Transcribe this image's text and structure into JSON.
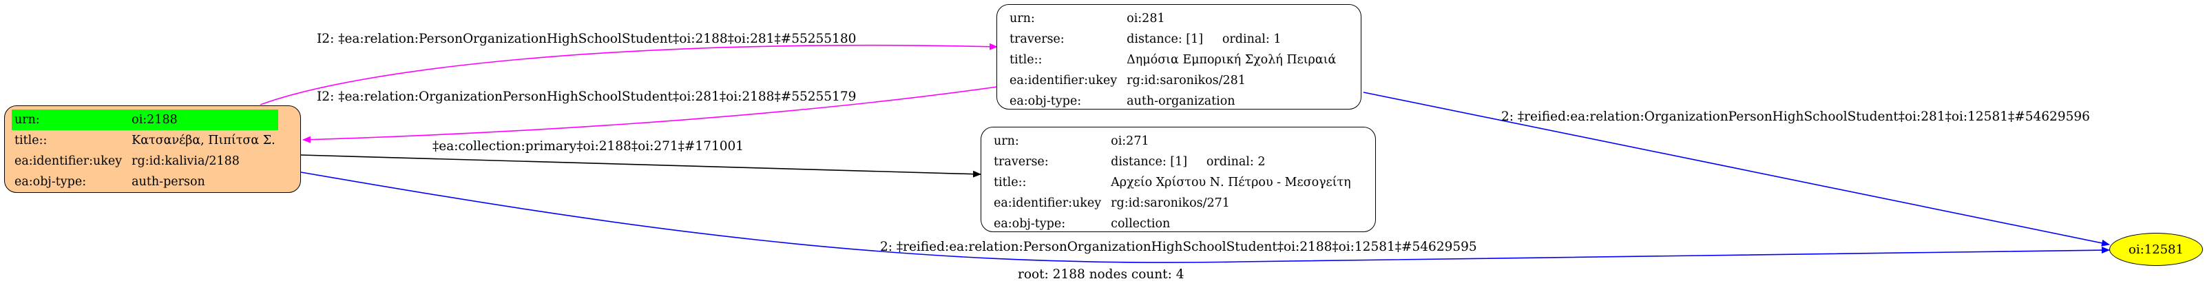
{
  "nodes": {
    "person": {
      "fill": "#ffc993",
      "highlight": "#00ff00",
      "rows": [
        {
          "k": "urn:",
          "v": "oi:2188"
        },
        {
          "k": "title::",
          "v": "Κατσανέβα, Πιπίτσα Σ."
        },
        {
          "k": "ea:identifier:ukey",
          "v": "rg:id:kalivia/2188"
        },
        {
          "k": "ea:obj-type:",
          "v": "auth-person"
        }
      ]
    },
    "org": {
      "rows": [
        {
          "k": "urn:",
          "v": "oi:281"
        },
        {
          "k": "traverse:",
          "v": "distance: [1]     ordinal: 1"
        },
        {
          "k": "title::",
          "v": "Δημόσια Εμπορική Σχολή Πειραιά"
        },
        {
          "k": "ea:identifier:ukey",
          "v": "rg:id:saronikos/281"
        },
        {
          "k": "ea:obj-type:",
          "v": "auth-organization"
        }
      ]
    },
    "collection": {
      "rows": [
        {
          "k": "urn:",
          "v": "oi:271"
        },
        {
          "k": "traverse:",
          "v": "distance: [1]     ordinal: 2"
        },
        {
          "k": "title::",
          "v": "Αρχείο Χρίστου Ν. Πέτρου - Μεσογείτη"
        },
        {
          "k": "ea:identifier:ukey",
          "v": "rg:id:saronikos/271"
        },
        {
          "k": "ea:obj-type:",
          "v": "collection"
        }
      ]
    },
    "reified": {
      "label": "oi:12581",
      "fill": "#ffff00"
    }
  },
  "edges": {
    "e1": {
      "label": "I2: ‡ea:relation:PersonOrganizationHighSchoolStudent‡oi:2188‡oi:281‡#55255180",
      "color": "#ff00ff"
    },
    "e2": {
      "label": "I2: ‡ea:relation:OrganizationPersonHighSchoolStudent‡oi:281‡oi:2188‡#55255179",
      "color": "#ff00ff"
    },
    "e3": {
      "label": "‡ea:collection:primary‡oi:2188‡oi:271‡#171001",
      "color": "#000000"
    },
    "e4": {
      "label": "2: ‡reified:ea:relation:OrganizationPersonHighSchoolStudent‡oi:281‡oi:12581‡#54629596",
      "color": "#0000ff"
    },
    "e5": {
      "label": "2: ‡reified:ea:relation:PersonOrganizationHighSchoolStudent‡oi:2188‡oi:12581‡#54629595",
      "color": "#0000ff"
    }
  },
  "footer": "root: 2188 nodes count: 4"
}
